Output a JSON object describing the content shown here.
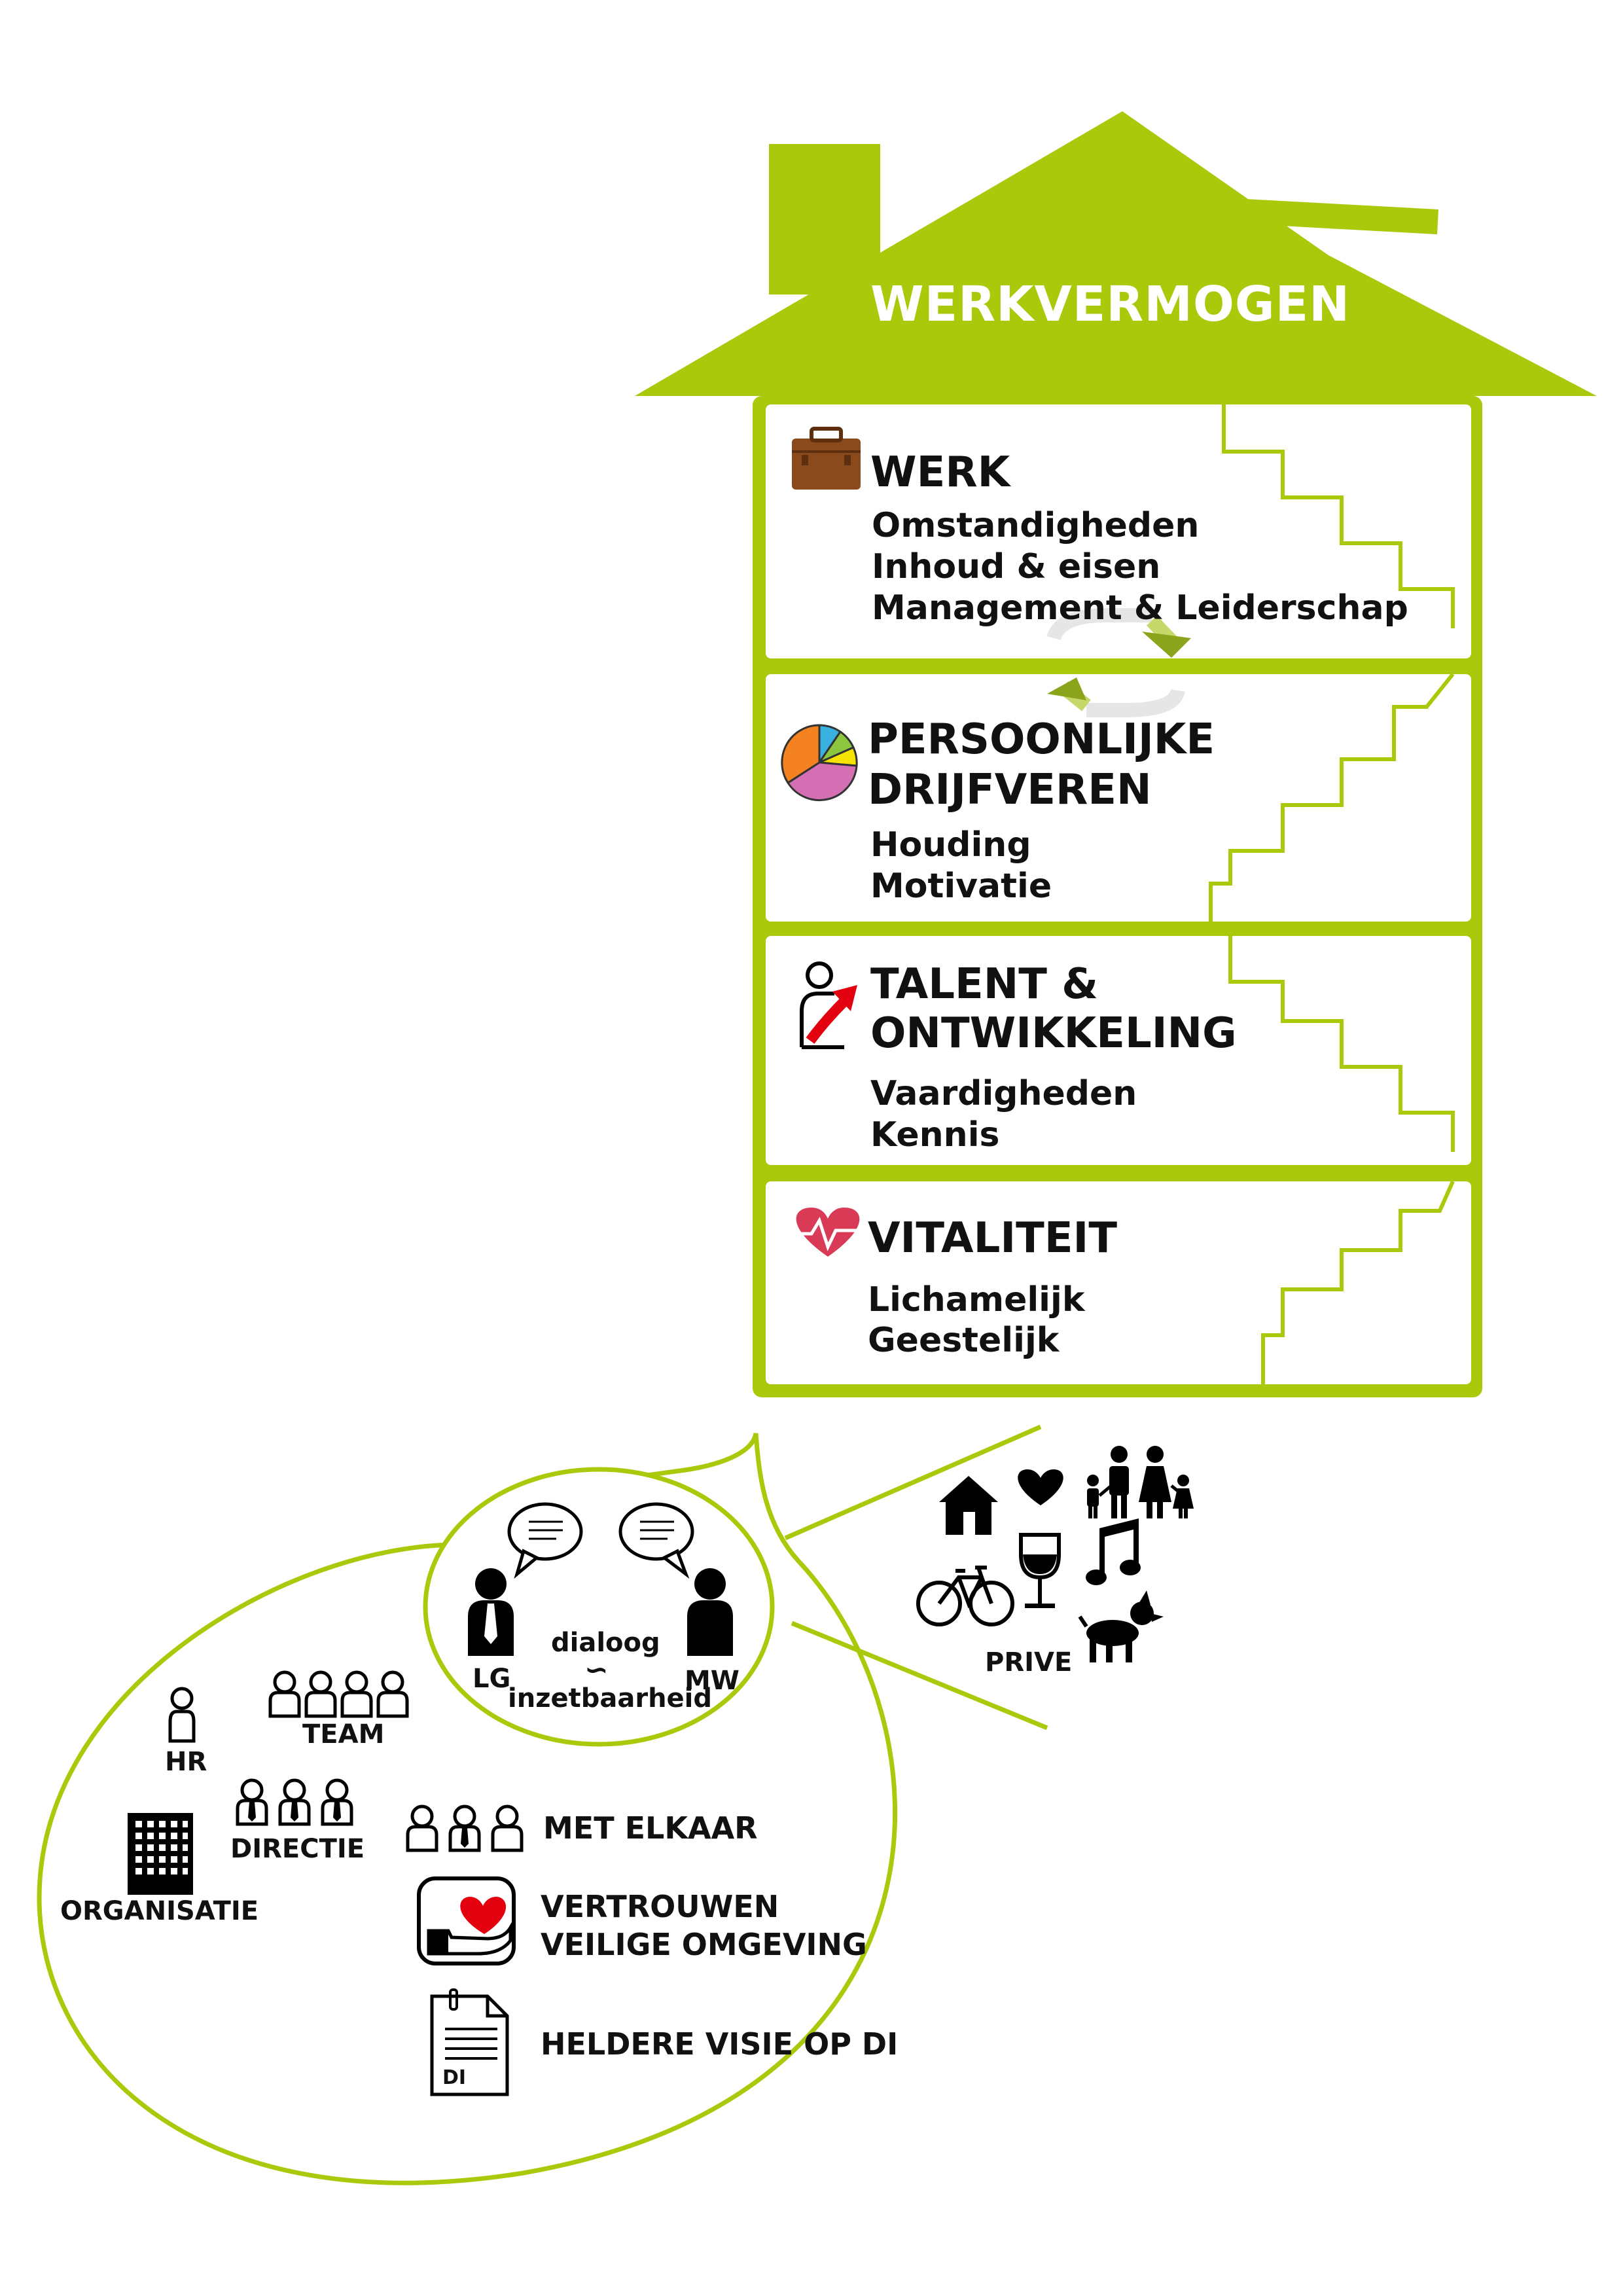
{
  "house": {
    "roof_title": "WERKVERMOGEN",
    "floors": [
      {
        "title_lines": [
          "WERK"
        ],
        "lines": [
          "Omstandigheden",
          "Inhoud & eisen",
          "Management & Leiderschap"
        ]
      },
      {
        "title_lines": [
          "PERSOONLIJKE",
          "DRIJFVEREN"
        ],
        "lines": [
          "Houding",
          "Motivatie"
        ]
      },
      {
        "title_lines": [
          "TALENT &",
          "ONTWIKKELING"
        ],
        "lines": [
          "Vaardigheden",
          "Kennis"
        ]
      },
      {
        "title_lines": [
          "VITALITEIT"
        ],
        "lines": [
          "Lichamelijk",
          "Geestelijk"
        ]
      }
    ]
  },
  "dialog": {
    "left": "LG",
    "right": "MW",
    "top_word": "dialoog",
    "symbol": "∽",
    "bottom_word": "inzetbaarheid"
  },
  "prive": {
    "label": "PRIVE"
  },
  "organisation": {
    "hr": "HR",
    "team": "TEAM",
    "directie": "DIRECTIE",
    "organisatie": "ORGANISATIE",
    "met_elkaar": "MET ELKAAR",
    "vertrouwen": [
      "VERTROUWEN",
      "VEILIGE OMGEVING"
    ],
    "visie": "HELDERE VISIE OP DI",
    "doc_label": "DI"
  },
  "colors": {
    "green": "#a9c90a",
    "accent_red": "#e3000f",
    "briefcase": "#8b4a1c",
    "pie": [
      "#3ab0e0",
      "#f6e400",
      "#8cc63f",
      "#d56fb4",
      "#f58220"
    ]
  },
  "icons": [
    "briefcase-icon",
    "pie-chart-icon",
    "person-growth-icon",
    "heartbeat-icon",
    "house-icon",
    "heart-icon",
    "family-icon",
    "bicycle-icon",
    "wine-glass-icon",
    "music-note-icon",
    "dog-icon",
    "speech-bubble-icon",
    "person-icon",
    "office-building-icon",
    "trust-hand-icon",
    "document-icon"
  ]
}
